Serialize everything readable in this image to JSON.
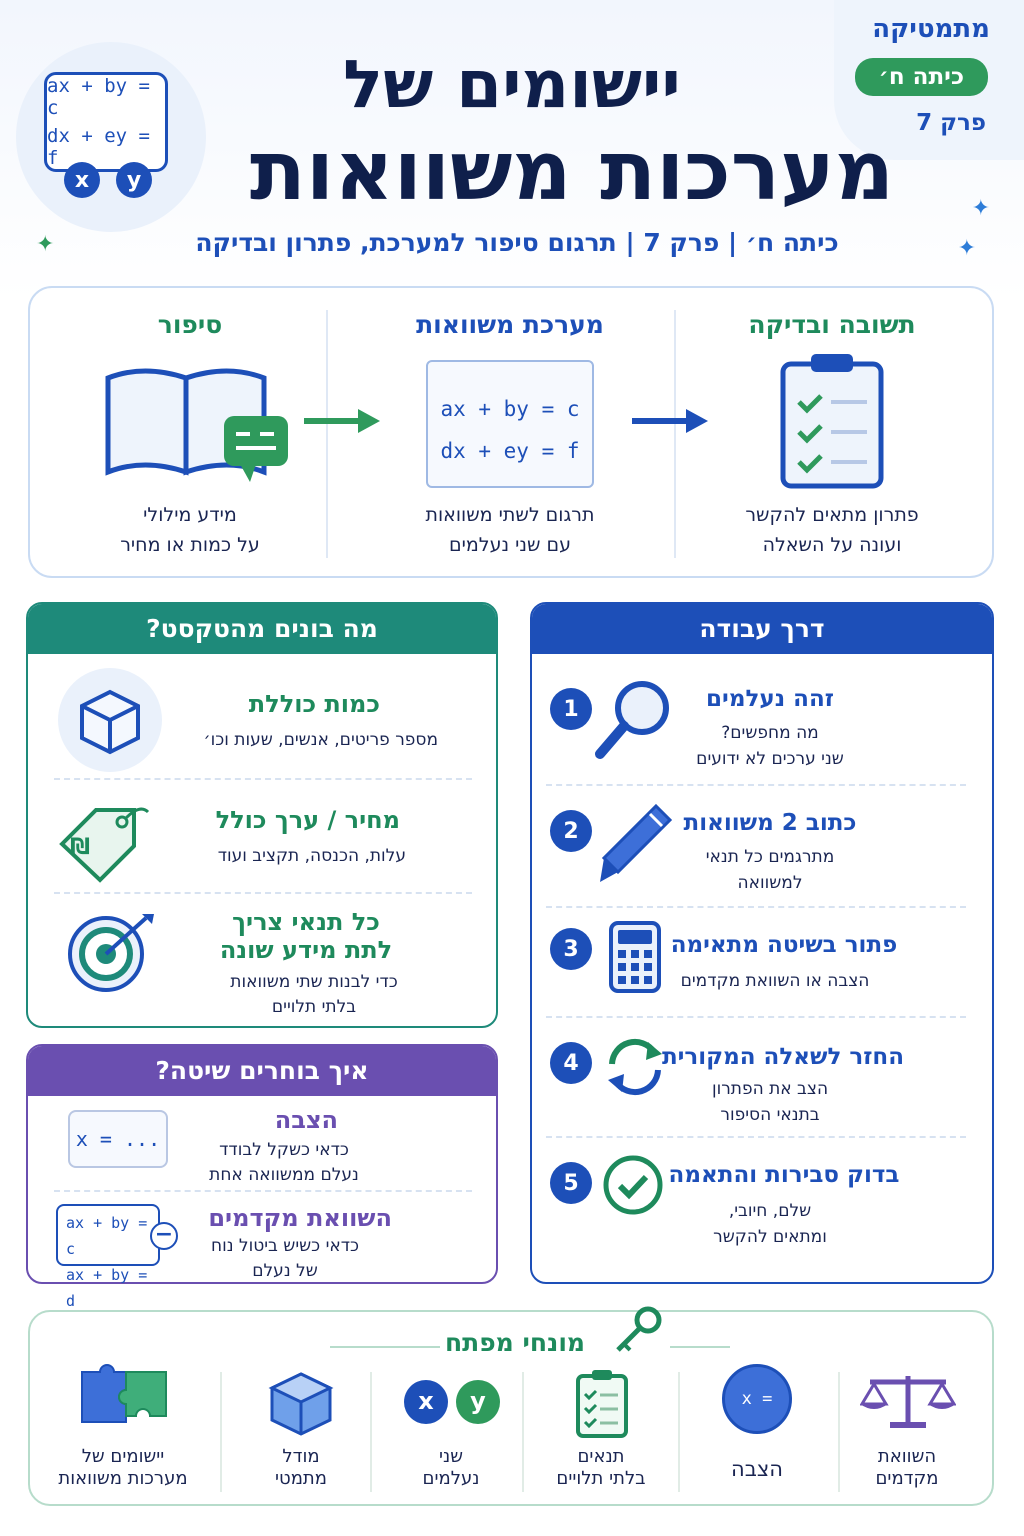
{
  "corner": {
    "subject": "מתמטיקה",
    "grade": "כיתה ח׳",
    "chapter": "פרק 7"
  },
  "badge": {
    "eq1": "ax + by = c",
    "eq2": "dx + ey = f",
    "var_x": "x",
    "var_y": "y"
  },
  "header": {
    "title_line1": "יישומים של",
    "title_line2": "מערכות משוואות",
    "subtitle": "כיתה ח׳ | פרק 7 | תרגום סיפור למערכת, פתרון ובדיקה"
  },
  "flow": [
    {
      "title": "תשובה ובדיקה",
      "line1": "פתרון מתאים להקשר",
      "line2": "ועונה על השאלה",
      "color": "#1e8a5c"
    },
    {
      "title": "מערכת משוואות",
      "line1": "תרגום לשתי משוואות",
      "line2": "עם שני נעלמים",
      "color": "#1d4fb8",
      "eq1": "ax + by = c",
      "eq2": "dx + ey = f"
    },
    {
      "title": "סיפור",
      "line1": "מידע מילולי",
      "line2": "על כמות או מחיר",
      "color": "#1e8a5c"
    }
  ],
  "build": {
    "heading": "מה בונים מהטקסט?",
    "items": [
      {
        "title": "כמות כוללת",
        "desc": "מספר פריטים, אנשים, שעות וכו׳"
      },
      {
        "title": "מחיר / ערך כולל",
        "desc": "עלות, הכנסה, תקציב ועוד",
        "icon_glyph": "₪"
      },
      {
        "title_line1": "כל תנאי צריך",
        "title_line2": "לתת מידע שונה",
        "desc_line1": "כדי לבנות שתי משוואות",
        "desc_line2": "בלתי תלויים"
      }
    ]
  },
  "method": {
    "heading": "איך בוחרים שיטה?",
    "items": [
      {
        "title": "הצבה",
        "desc_line1": "כדאי כשקל לבודד",
        "desc_line2": "נעלם ממשוואה אחת",
        "box": "x = ..."
      },
      {
        "title": "השוואת מקדמים",
        "desc_line1": "כדאי כשיש ביטול נוח",
        "desc_line2": "של נעלם",
        "eq1": "ax + by = c",
        "eq2": "ax + by = d",
        "minus": "−"
      }
    ]
  },
  "workflow": {
    "heading": "דרך עבודה",
    "steps": [
      {
        "num": "1",
        "title": "זהה נעלמים",
        "line1": "מה מחפשים?",
        "line2": "שני ערכים לא ידועים"
      },
      {
        "num": "2",
        "title": "כתוב 2 משוואות",
        "line1": "מתרגמים כל תנאי",
        "line2": "למשוואה"
      },
      {
        "num": "3",
        "title": "פתור בשיטה מתאימה",
        "line1": "הצבה או השוואת מקדמים",
        "line2": ""
      },
      {
        "num": "4",
        "title": "החזר לשאלה המקורית",
        "line1": "הצב את הפתרון",
        "line2": "בתנאי הסיפור"
      },
      {
        "num": "5",
        "title": "בדוק סבירות והתאמה",
        "line1": "שלם, חיובי,",
        "line2": "ומתאים להקשר"
      }
    ]
  },
  "terms": {
    "heading": "מונחי מפתח",
    "items": [
      {
        "line1": "השוואת",
        "line2": "מקדמים"
      },
      {
        "line1": "הצבה",
        "line2": "",
        "glyph": "x = ..."
      },
      {
        "line1": "תנאים",
        "line2": "בלתי תלויים"
      },
      {
        "line1": "שני",
        "line2": "נעלמים",
        "var_x": "x",
        "var_y": "y"
      },
      {
        "line1": "מודל",
        "line2": "מתמטי"
      },
      {
        "line1": "יישומים של",
        "line2": "מערכות משוואות"
      }
    ]
  },
  "colors": {
    "blue": "#1d4fb8",
    "green": "#1e8a7a",
    "purple": "#6a4fb0",
    "navy": "#0f1f4b"
  }
}
